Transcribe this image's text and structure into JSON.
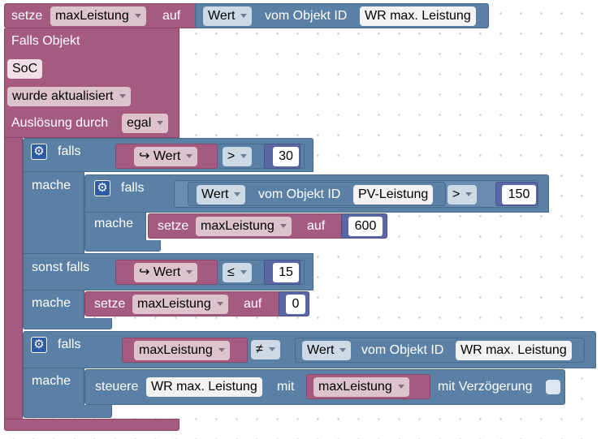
{
  "trigger": {
    "set_block": {
      "prefix": "setze",
      "var": "maxLeistung",
      "on": "auf",
      "value_field": "Wert",
      "from_label": "vom Objekt ID",
      "object_id": "WR max. Leistung"
    },
    "title": "Falls Objekt",
    "object": "SoC",
    "event": "wurde aktualisiert",
    "trigger_label": "Auslösung durch",
    "trigger_value": "egal"
  },
  "if_block_1": {
    "falls_label": "falls",
    "cond_value": "↪ Wert",
    "cond_op": ">",
    "cond_num": "30",
    "mache_label": "mache",
    "inner_if": {
      "falls_label": "falls",
      "value_field": "Wert",
      "from_label": "vom Objekt ID",
      "object_id": "PV-Leistung",
      "op": ">",
      "num": "150",
      "mache_label": "mache",
      "set_prefix": "setze",
      "set_var": "maxLeistung",
      "set_on": "auf",
      "set_num": "600"
    },
    "sonst_label": "sonst falls",
    "sonst_value": "↪ Wert",
    "sonst_op": "≤",
    "sonst_num": "15",
    "mache2_label": "mache",
    "set2_prefix": "setze",
    "set2_var": "maxLeistung",
    "set2_on": "auf",
    "set2_num": "0"
  },
  "if_block_2": {
    "falls_label": "falls",
    "left_var": "maxLeistung",
    "op": "≠",
    "value_field": "Wert",
    "from_label": "vom Objekt ID",
    "object_id": "WR max. Leistung",
    "mache_label": "mache",
    "control_prefix": "steuere",
    "control_object": "WR max. Leistung",
    "control_with": "mit",
    "control_var": "maxLeistung",
    "delay_label": "mit Verzögerung"
  },
  "colors": {
    "event_block": "#a55b80",
    "logic_block": "#5b80a5",
    "math_block": "#5b67a5",
    "gear": "#2e5ba8"
  }
}
